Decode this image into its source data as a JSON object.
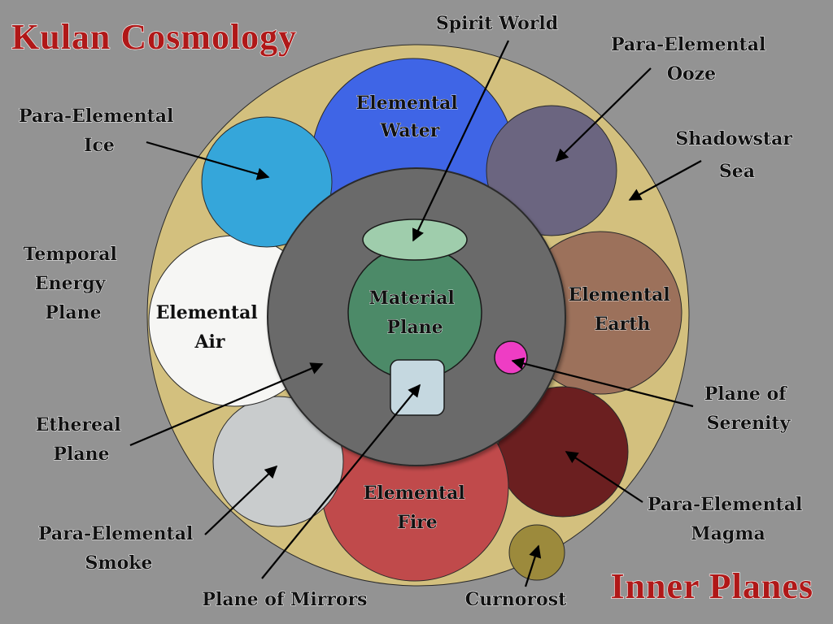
{
  "title_top": "Kulan Cosmology",
  "title_bottom": "Inner Planes",
  "colors": {
    "background": "#939393",
    "outer_ring": "#d3c07e",
    "ethereal": "#6a6a6a",
    "material": "#4c8a68",
    "spirit_world": "#9fcdac",
    "mirrors": "#c5d8e0",
    "serenity": "#ee3dc4",
    "water": "#3f65e6",
    "ooze": "#6b6580",
    "earth": "#9c715b",
    "magma": "#6b1f20",
    "fire": "#c04a4b",
    "smoke": "#c9cccd",
    "air": "#f6f6f4",
    "ice": "#35a6da",
    "curnorost": "#9c8a3c"
  },
  "planes": {
    "water": [
      "Elemental",
      "Water"
    ],
    "earth": [
      "Elemental",
      "Earth"
    ],
    "fire": [
      "Elemental",
      "Fire"
    ],
    "air": [
      "Elemental",
      "Air"
    ],
    "material": [
      "Material",
      "Plane"
    ]
  },
  "callouts": {
    "spirit_world": [
      "Spirit World"
    ],
    "ooze": [
      "Para-Elemental",
      "Ooze"
    ],
    "shadowstar": [
      "Shadowstar",
      "Sea"
    ],
    "ice": [
      "Para-Elemental",
      "Ice"
    ],
    "temporal": [
      "Temporal",
      "Energy",
      "Plane"
    ],
    "ethereal": [
      "Ethereal",
      "Plane"
    ],
    "smoke": [
      "Para-Elemental",
      "Smoke"
    ],
    "mirrors": [
      "Plane of Mirrors"
    ],
    "serenity": [
      "Plane of",
      "Serenity"
    ],
    "magma": [
      "Para-Elemental",
      "Magma"
    ],
    "curnorost": [
      "Curnorost"
    ]
  }
}
